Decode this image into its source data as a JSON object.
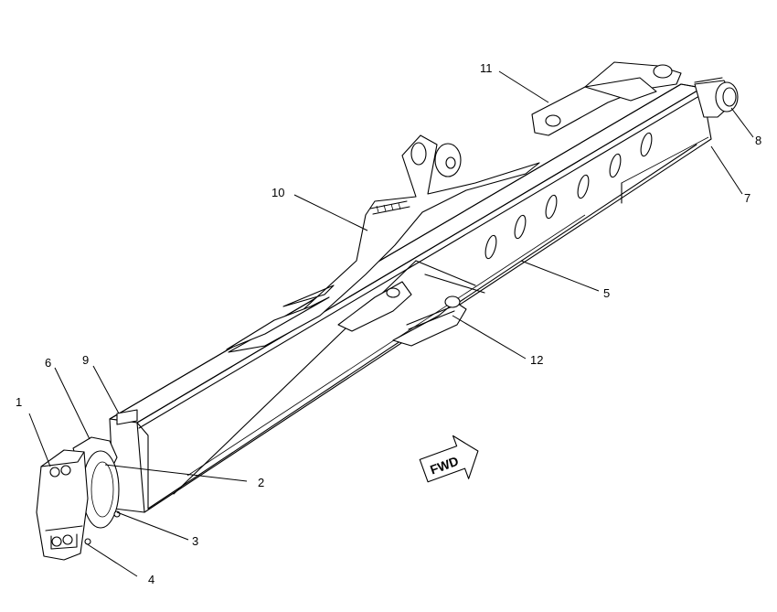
{
  "diagram": {
    "badge_text": "FWD",
    "callouts": [
      {
        "id": "c1",
        "label": "1"
      },
      {
        "id": "c2",
        "label": "2"
      },
      {
        "id": "c3",
        "label": "3"
      },
      {
        "id": "c4",
        "label": "4"
      },
      {
        "id": "c5",
        "label": "5"
      },
      {
        "id": "c6",
        "label": "6"
      },
      {
        "id": "c7",
        "label": "7"
      },
      {
        "id": "c8",
        "label": "8"
      },
      {
        "id": "c9",
        "label": "9"
      },
      {
        "id": "c10",
        "label": "10"
      },
      {
        "id": "c11",
        "label": "11"
      },
      {
        "id": "c12",
        "label": "12"
      }
    ]
  }
}
